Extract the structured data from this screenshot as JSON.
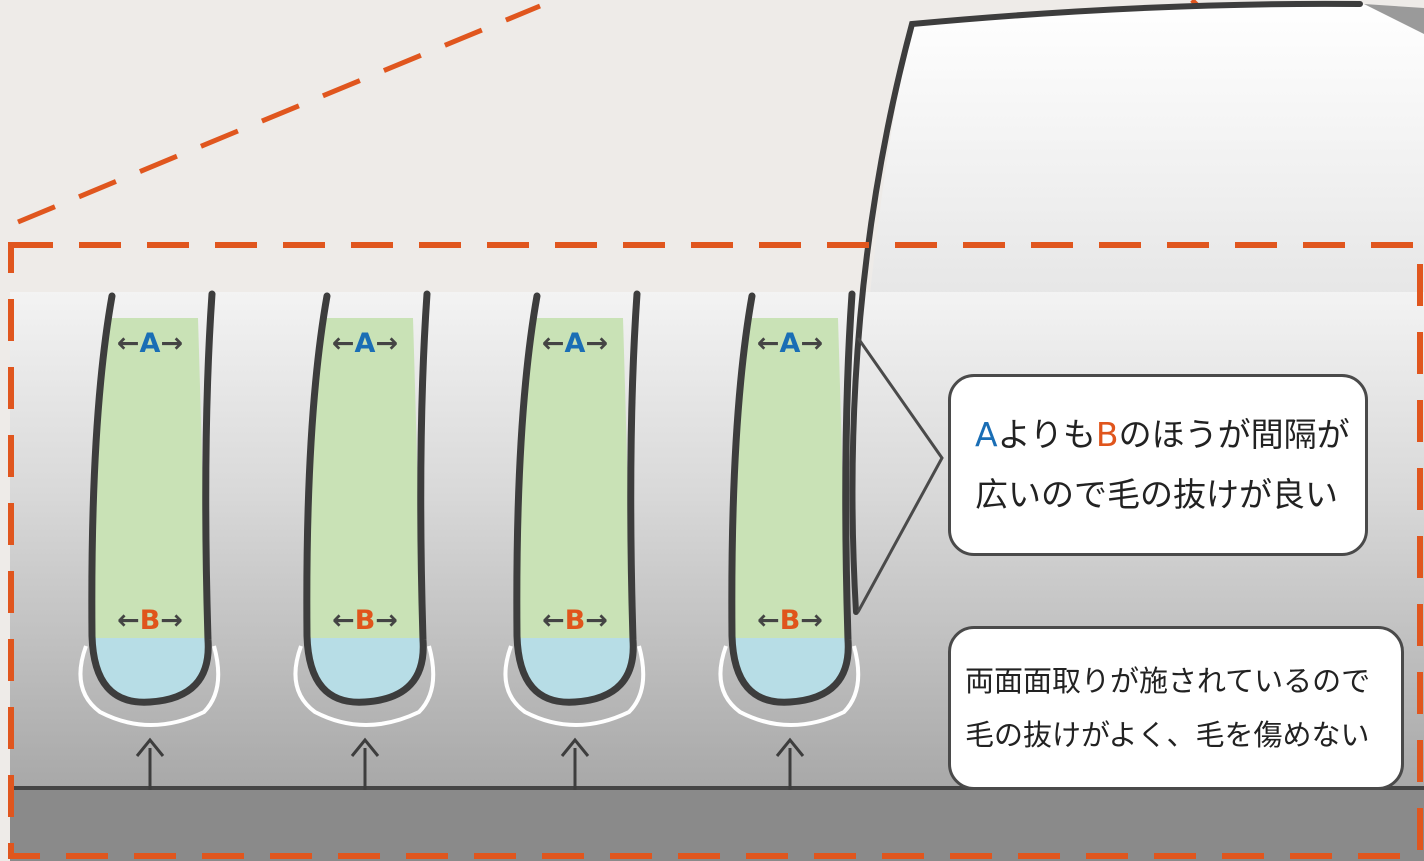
{
  "teeth": [
    {
      "label_top": "A",
      "label_bottom": "B"
    },
    {
      "label_top": "A",
      "label_bottom": "B"
    },
    {
      "label_top": "A",
      "label_bottom": "B"
    },
    {
      "label_top": "A",
      "label_bottom": "B"
    }
  ],
  "callout_top": {
    "letter_a": "A",
    "text_1": "よりも",
    "letter_b": "B",
    "text_2": "のほうが間隔が",
    "line_2": "広いので毛の抜けが良い"
  },
  "callout_bottom": {
    "line_1": "両面面取りが施されているので",
    "line_2": "毛の抜けがよく、毛を傷めない"
  },
  "colors": {
    "label_a": "#1a6eb5",
    "label_b": "#e0551c",
    "accent_dash": "#e0561e",
    "tooth_fill_upper": "#c9e2b6",
    "tooth_fill_lower": "#b7dde6",
    "outline": "#3d3d3d"
  },
  "arrow_glyphs": {
    "left": "←",
    "right": "→"
  }
}
